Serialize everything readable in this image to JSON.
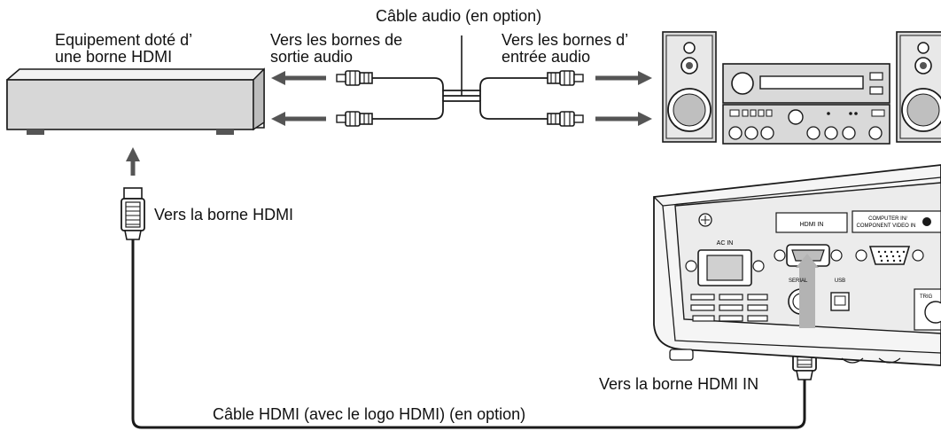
{
  "labels": {
    "audio_cable": "Câble audio (en option)",
    "device_line1": "Equipement doté d’",
    "device_line2": "une borne HDMI",
    "to_audio_out_line1": "Vers les bornes de",
    "to_audio_out_line2": "sortie audio",
    "to_audio_in_line1": "Vers les bornes d’",
    "to_audio_in_line2": "entrée audio",
    "to_hdmi": "Vers la borne HDMI",
    "to_hdmi_in": "Vers la borne HDMI IN",
    "hdmi_cable": "Câble HDMI (avec le logo HDMI) (en option)"
  },
  "projector_panel": {
    "hdmi_in": "HDMI IN",
    "computer_in_line1": "COMPUTER IN/",
    "computer_in_line2": "COMPONENT VIDEO IN",
    "ac_in": "AC IN",
    "serial": "SERIAL",
    "usb": "USB",
    "trigger": "TRIG"
  },
  "colors": {
    "line": "#1a1a1a",
    "arrow": "#555555",
    "device_fill": "#d7d7d7",
    "panel_fill": "#ececec",
    "hdmi_arrow": "#b3b3b3"
  }
}
